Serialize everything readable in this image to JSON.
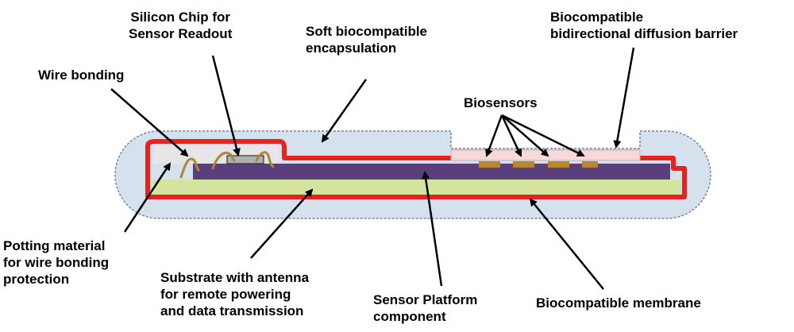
{
  "labels": {
    "silicon_chip": [
      "Silicon Chip for",
      "Sensor Readout"
    ],
    "soft_encapsulation": [
      "Soft biocompatible",
      "encapsulation"
    ],
    "diffusion_barrier": [
      "Biocompatible",
      "bidirectional diffusion barrier"
    ],
    "wire_bonding": [
      "Wire bonding"
    ],
    "biosensors": [
      "Biosensors"
    ],
    "potting_material": [
      "Potting material",
      "for wire bonding",
      "protection"
    ],
    "substrate": [
      "Substrate with antenna",
      "for remote powering",
      "and data transmission"
    ],
    "sensor_platform": [
      "Sensor Platform",
      "component"
    ],
    "membrane": [
      "Biocompatible membrane"
    ]
  },
  "colors": {
    "encapsulation_fill": "#d6e1ee",
    "encapsulation_stroke": "#6f86a8",
    "membrane_red": "#e8231d",
    "substrate_green": "#d4e39e",
    "platform_purple": "#5b3f7c",
    "barrier_pink": "#f8d8d8",
    "sensor_gold": "#b8862b",
    "potting_gray": "#e6e6e6",
    "chip_gray": "#b0b0b0",
    "wire_gold": "#a98836",
    "arrow": "#000000"
  }
}
